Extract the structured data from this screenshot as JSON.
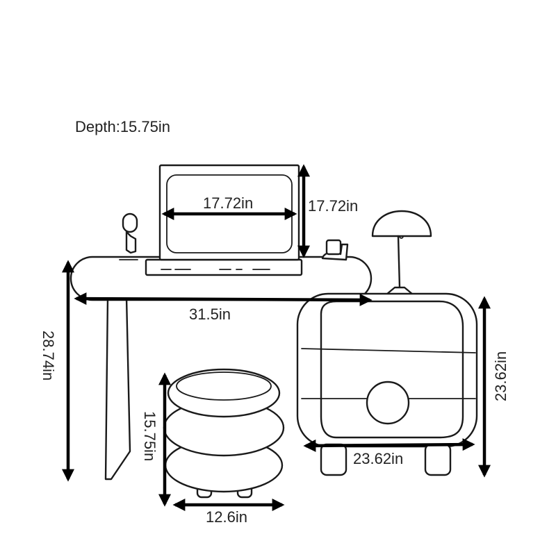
{
  "depth_label": "Depth:15.75in",
  "dimensions": {
    "monitor_width": "17.72in",
    "monitor_height": "17.72in",
    "desk_width": "31.5in",
    "desk_height": "28.74in",
    "stool_height": "15.75in",
    "stool_width": "12.6in",
    "cabinet_height": "23.62in",
    "cabinet_width": "23.62in"
  },
  "colors": {
    "line": "#1a1a1a",
    "arrow": "#000000",
    "background": "#ffffff"
  }
}
